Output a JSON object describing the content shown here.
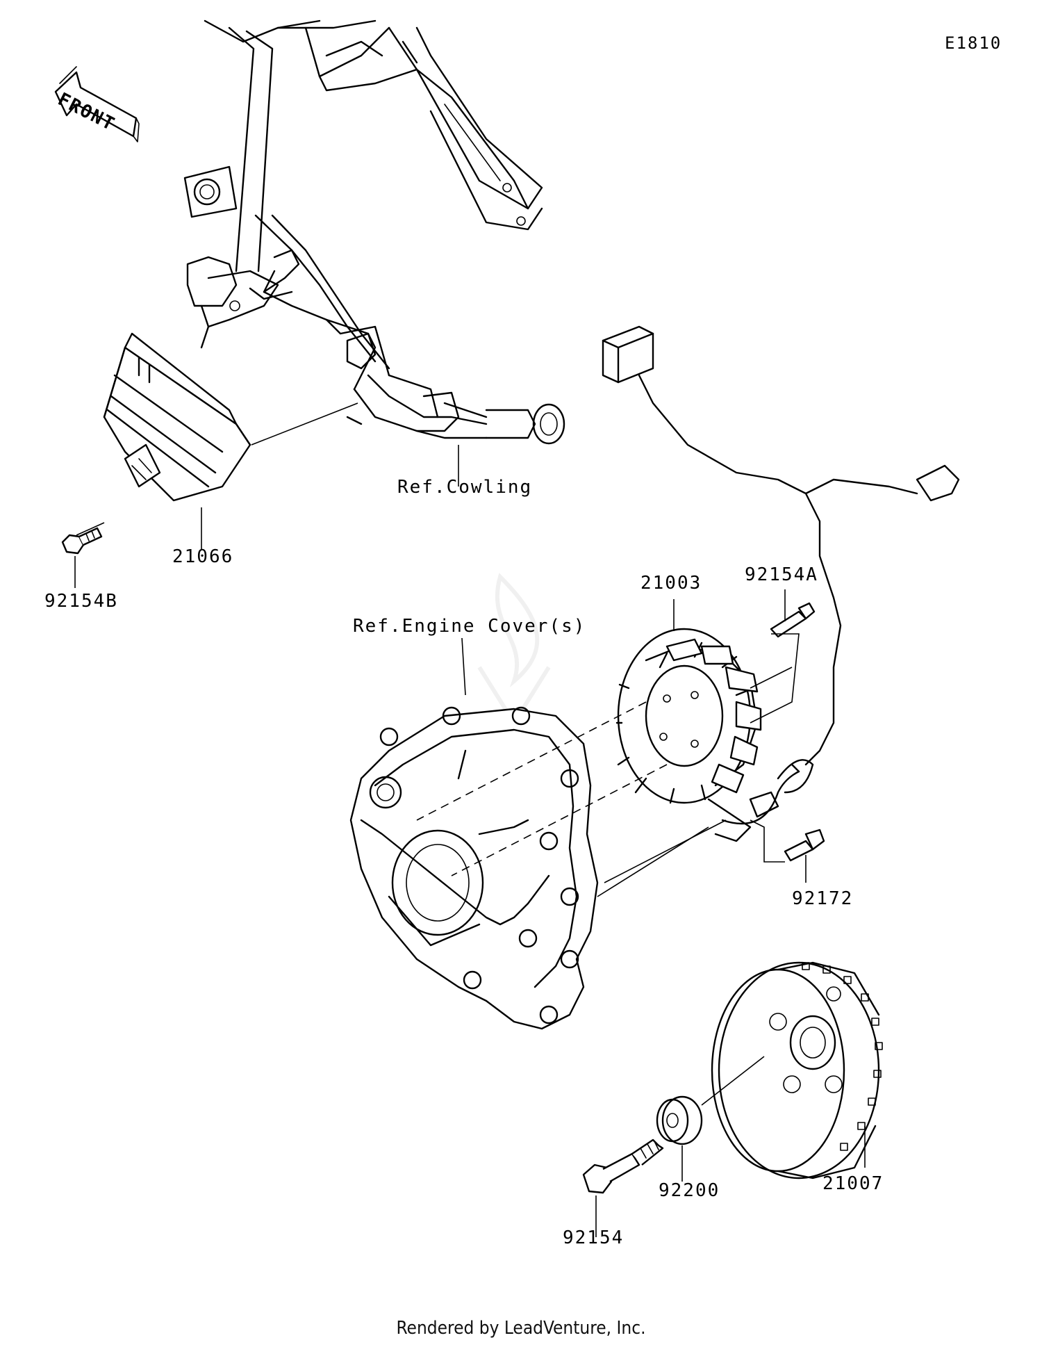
{
  "diagram": {
    "code": "E1810",
    "front_label": "FRONT",
    "footer": "Rendered by LeadVenture, Inc."
  },
  "parts": [
    {
      "id": "p21066",
      "label": "21066"
    },
    {
      "id": "p92154B",
      "label": "92154B"
    },
    {
      "id": "p21003",
      "label": "21003"
    },
    {
      "id": "p92154A",
      "label": "92154A"
    },
    {
      "id": "p92172",
      "label": "92172"
    },
    {
      "id": "p21007",
      "label": "21007"
    },
    {
      "id": "p92200",
      "label": "92200"
    },
    {
      "id": "p92154",
      "label": "92154"
    }
  ],
  "refs": {
    "cowling": "Ref.Cowling",
    "engine_cover": "Ref.Engine Cover(s)"
  },
  "watermark": "LEADVENTURE"
}
